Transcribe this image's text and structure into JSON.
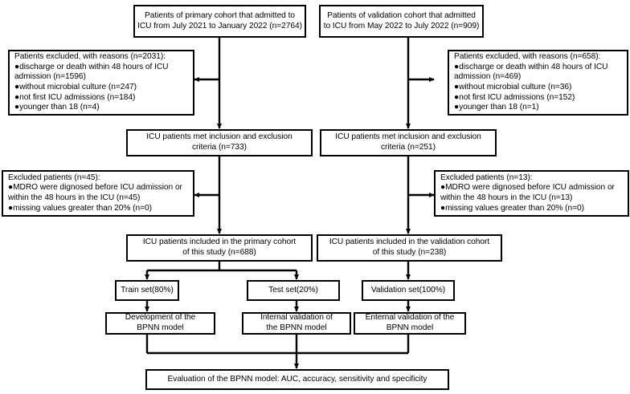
{
  "diagram": {
    "title": "Study flow diagram of patient selection and BPNN model development",
    "type": "flowchart",
    "line_color": "#000000",
    "box_fill": "#ffffff",
    "background": "#ffffff"
  },
  "nodes": {
    "primary_cohort": {
      "lines": [
        "Patients of primary cohort that admitted to",
        "ICU from July 2021 to January 2022 (n=2764)"
      ],
      "align": "center"
    },
    "validation_cohort": {
      "lines": [
        "Patients of validation cohort that admitted",
        "to ICU from May 2022 to July 2022 (n=909)"
      ],
      "align": "center"
    },
    "primary_excluded_1": {
      "lines": [
        "Patients excluded, with reasons (n=2031):",
        "●discharge or death within 48 hours of ICU",
        "admission (n=1596)",
        "●without microbial culture (n=247)",
        "●not first ICU admissions (n=184)",
        "●younger than 18 (n=4)"
      ],
      "align": "left"
    },
    "validation_excluded_1": {
      "lines": [
        "Patients excluded, with reasons (n=658):",
        "●discharge or death within 48 hours of ICU",
        "admission (n=469)",
        "●without microbial culture (n=36)",
        "●not first ICU admissions (n=152)",
        "●younger than 18 (n=1)"
      ],
      "align": "left"
    },
    "primary_met_criteria": {
      "lines": [
        "ICU patients met inclusion and exclusion",
        "criteria (n=733)"
      ],
      "align": "center"
    },
    "validation_met_criteria": {
      "lines": [
        "ICU patients met inclusion and exclusion",
        "criteria (n=251)"
      ],
      "align": "center"
    },
    "primary_excluded_2": {
      "lines": [
        "Excluded patients (n=45):",
        "●MDRO were dignosed before ICU admission or",
        "within the 48 hours in the ICU (n=45)",
        "●missing values greater than 20% (n=0)"
      ],
      "align": "left"
    },
    "validation_excluded_2": {
      "lines": [
        "Excluded patients (n=13):",
        "●MDRO were dignosed before ICU admission or",
        "within the 48 hours in the ICU (n=13)",
        "●missing values greater than 20% (n=0)"
      ],
      "align": "left"
    },
    "primary_included": {
      "lines": [
        "ICU patients included in the primary cohort",
        "of this study (n=688)"
      ],
      "align": "center"
    },
    "validation_included": {
      "lines": [
        "ICU patients included in the validation cohort",
        "of this study (n=238)"
      ],
      "align": "center"
    },
    "train_set": {
      "lines": [
        "Train set(80%)"
      ],
      "align": "center"
    },
    "test_set": {
      "lines": [
        "Test set(20%)"
      ],
      "align": "center"
    },
    "validation_set": {
      "lines": [
        "Validation set(100%)"
      ],
      "align": "center"
    },
    "development": {
      "lines": [
        "Development of the",
        "BPNN model"
      ],
      "align": "center"
    },
    "internal_validation": {
      "lines": [
        "Internal validation of",
        "the BPNN model"
      ],
      "align": "center"
    },
    "enternal_validation": {
      "lines": [
        "Enternal validation of the",
        "BPNN model"
      ],
      "align": "center"
    },
    "evaluation": {
      "lines": [
        "Evaluation of the BPNN model: AUC, accuracy, sensitivity and specificity"
      ],
      "align": "center"
    }
  }
}
